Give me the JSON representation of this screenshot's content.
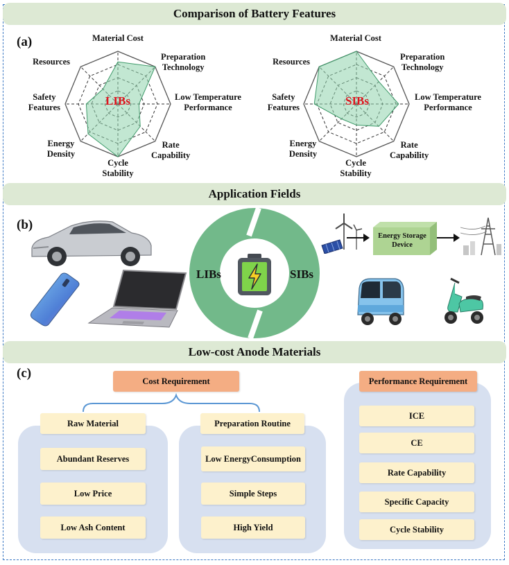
{
  "sections": {
    "a_title": "Comparison of Battery Features",
    "b_title": "Application Fields",
    "c_title": "Low-cost Anode Materials"
  },
  "panel_labels": {
    "a": "(a)",
    "b": "(b)",
    "c": "(c)"
  },
  "radar": {
    "axes": {
      "material_cost": "Material Cost",
      "preparation_technology": [
        "Preparation",
        "Technology"
      ],
      "low_temperature_performance": [
        "Low Temperature",
        "Performance"
      ],
      "rate_capability": [
        "Rate",
        "Capability"
      ],
      "cycle_stability": [
        "Cycle",
        "Stability"
      ],
      "energy_density": [
        "Energy",
        "Density"
      ],
      "safety_features": [
        "Safety",
        "Features"
      ],
      "resources": "Resources"
    },
    "libs_label": "LIBs",
    "sibs_label": "SIBs",
    "fill_color": "#8fd3ad",
    "center_color": "#e0141e"
  },
  "chart_data": [
    {
      "type": "radar",
      "categories": [
        "Material Cost",
        "Preparation Technology",
        "Low Temperature Performance",
        "Rate Capability",
        "Cycle Stability",
        "Energy Density",
        "Safety Features",
        "Resources"
      ],
      "series": [
        {
          "name": "LIBs",
          "values": [
            4,
            5,
            2,
            3,
            5,
            4,
            3,
            2
          ]
        }
      ],
      "scale": [
        0,
        5
      ]
    },
    {
      "type": "radar",
      "categories": [
        "Material Cost",
        "Preparation Technology",
        "Low Temperature Performance",
        "Rate Capability",
        "Cycle Stability",
        "Energy Density",
        "Safety Features",
        "Resources"
      ],
      "series": [
        {
          "name": "SIBs",
          "values": [
            5,
            3,
            4,
            3,
            2,
            2,
            4,
            5
          ]
        }
      ],
      "scale": [
        0,
        5
      ]
    }
  ],
  "applications": {
    "ring_left": "LIBs",
    "ring_right": "SIBs",
    "energy_storage": [
      "Energy Storage",
      "Device"
    ],
    "ring_color": "#72b98a"
  },
  "anode": {
    "cost_requirement": "Cost Requirement",
    "raw_material": "Raw Material",
    "preparation_routine": "Preparation Routine",
    "raw_items": [
      "Abundant Reserves",
      "Low Price",
      "Low Ash Content"
    ],
    "prep_items": [
      [
        "Low Energy",
        "Consumption"
      ],
      "Simple Steps",
      "High  Yield"
    ],
    "performance_requirement": "Performance Requirement",
    "perf_items": [
      "ICE",
      "CE",
      "Rate Capability",
      "Specific Capacity",
      "Cycle Stability"
    ]
  }
}
